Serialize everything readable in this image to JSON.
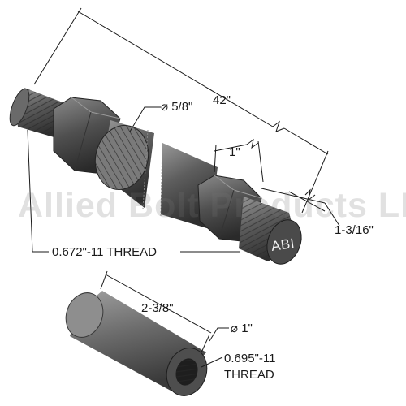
{
  "labels": {
    "overall_length": "42\"",
    "shaft_diameter": "5/8\"",
    "shaft_diameter_symbol": "⌀",
    "nut_width": "1\"",
    "thread_length": "1-3/16\"",
    "stud_thread": "0.672\"-11 THREAD",
    "coupling_length": "2-3/8\"",
    "coupling_diameter": "1\"",
    "coupling_diameter_symbol": "⌀",
    "coupling_thread_line1": "0.695\"-11",
    "coupling_thread_line2": "THREAD"
  },
  "logo_text": "ABI",
  "watermark": "Allied Bolt Products LLC",
  "colors": {
    "metal_dark": "#3c3c3c",
    "metal_mid": "#707070",
    "metal_light": "#a8a8a8",
    "line": "#1a1a1a",
    "watermark": "#b5b5b5"
  }
}
